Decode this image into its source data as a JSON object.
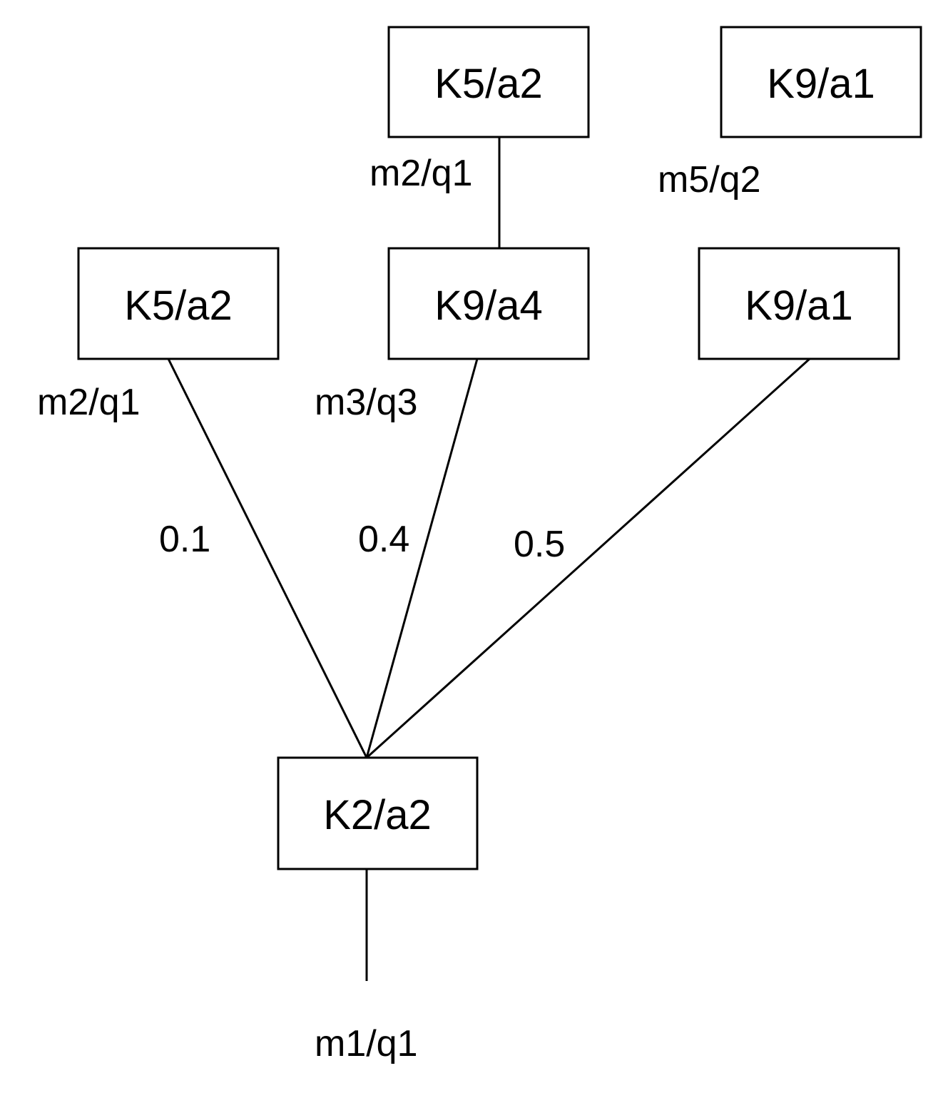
{
  "diagram": {
    "nodes": {
      "top_k5": "K5/a2",
      "top_k9": "K9/a1",
      "left_k5": "K5/a2",
      "mid_k9": "K9/a4",
      "right_k9": "K9/a1",
      "root_k2": "K2/a2"
    },
    "labels": {
      "top_k5_m": "m2/q1",
      "top_k9_m": "m5/q2",
      "left_k5_m": "m2/q1",
      "mid_k9_m": "m3/q3",
      "root_m": "m1/q1"
    },
    "weights": {
      "left": "0.1",
      "mid": "0.4",
      "right": "0.5"
    }
  }
}
